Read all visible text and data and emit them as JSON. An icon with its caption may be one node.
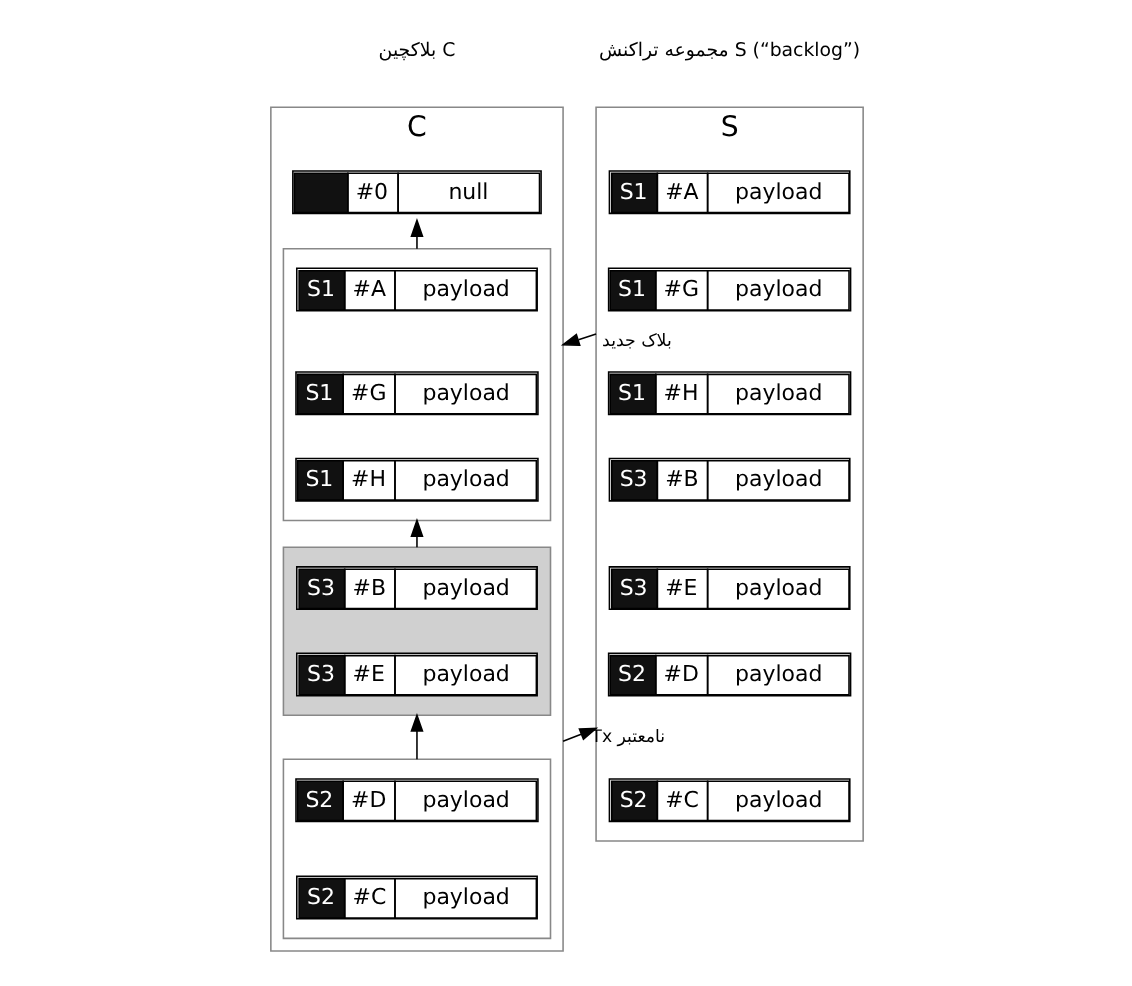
{
  "diagram": {
    "nodes": [
      {
        "text": [
          "S"
        ]
      },
      {
        "text": [
          "S1",
          "#A",
          "payload"
        ],
        "in": 0
      },
      {
        "text": [
          "S1",
          "#G",
          "payload"
        ],
        "in": 0
      },
      {
        "text": [
          "S1",
          "#H",
          "payload"
        ],
        "in": 0
      },
      {
        "text": [
          "S3",
          "#B",
          "payload"
        ],
        "in": 0
      },
      {
        "text": [
          "S3",
          "#E",
          "payload"
        ],
        "in": 0
      },
      {
        "text": [
          "S2",
          "#D",
          "payload"
        ],
        "in": 0
      },
      {
        "text": [
          "S2",
          "#C",
          "payload"
        ],
        "in": 0
      },
      {
        "text": [
          "C"
        ]
      },
      {
        "text": [
          "#0",
          "null"
        ],
        "in": 8
      },
      {
        "text": [],
        "shape": "box",
        "in": 8
      },
      {
        "text": [
          "S1",
          "#A",
          "payload"
        ],
        "in": 10
      },
      {
        "text": [
          "S1",
          "#G",
          "payload"
        ],
        "in": 10
      },
      {
        "text": [
          "S1",
          "#H",
          "payload"
        ],
        "in": 10
      },
      {
        "text": [],
        "shape": "box",
        "in": 8
      },
      {
        "text": [
          "S3",
          "#B",
          "payload"
        ],
        "in": 14
      },
      {
        "text": [
          "S3",
          "#E",
          "payload"
        ],
        "in": 14
      },
      {
        "text": [],
        "shape": "box",
        "in": 8
      },
      {
        "text": [
          "S2",
          "#D",
          "payload"
        ],
        "in": 17
      },
      {
        "text": [
          "S2",
          "#C",
          "payload"
        ],
        "in": 17
      }
    ],
    "edges": [
      {
        "from": 0,
        "to": 8,
        "arrow": "to",
        "label": "بلاک جدید"
      },
      {
        "from": 8,
        "to": 0,
        "arrow": "to",
        "label": "Tx نامعتبر"
      },
      {
        "from": 10,
        "to": 9,
        "arrow": "to"
      },
      {
        "from": 14,
        "to": 10,
        "arrow": "to"
      },
      {
        "from": 17,
        "to": 14,
        "arrow": "to"
      }
    ],
    "labels": [
      "مجموعه تراکنش S (“backlog”)",
      "بلاکچین C"
    ]
  }
}
